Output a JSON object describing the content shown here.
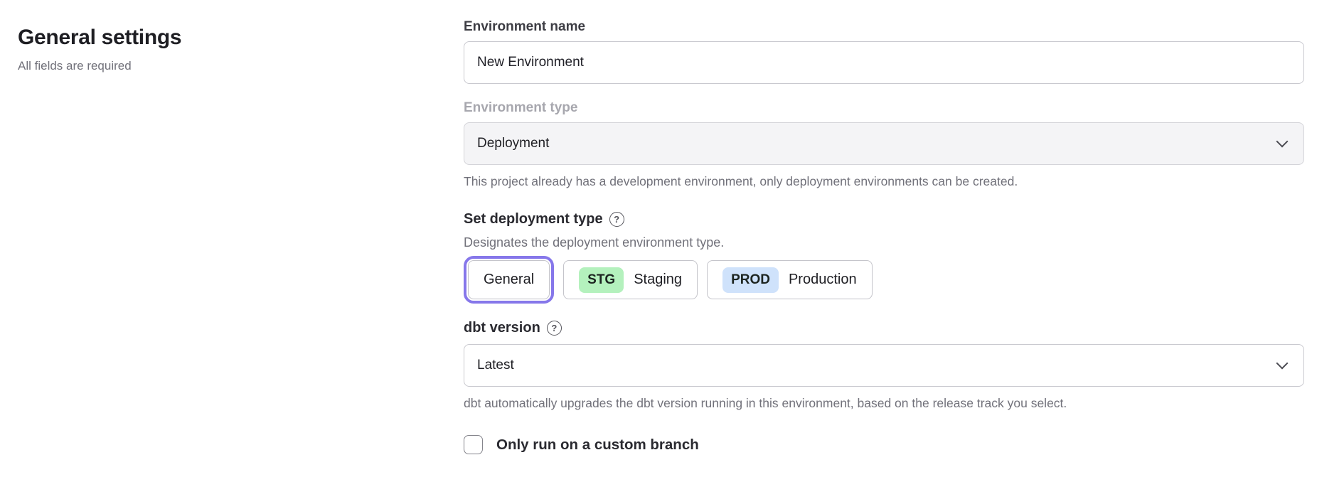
{
  "page": {
    "title": "General settings",
    "subtitle": "All fields are required"
  },
  "form": {
    "environment_name": {
      "label": "Environment name",
      "value": "New Environment"
    },
    "environment_type": {
      "label": "Environment type",
      "value": "Deployment",
      "disabled": true,
      "helper": "This project already has a development environment, only deployment environments can be created."
    },
    "deployment_type": {
      "label": "Set deployment type",
      "description": "Designates the deployment environment type.",
      "options": [
        {
          "label": "General",
          "selected": true
        },
        {
          "badge": "STG",
          "label": "Staging",
          "badge_color": "#b4f1bd",
          "selected": false
        },
        {
          "badge": "PROD",
          "label": "Production",
          "badge_color": "#cfe2fb",
          "selected": false
        }
      ]
    },
    "dbt_version": {
      "label": "dbt version",
      "value": "Latest",
      "helper": "dbt automatically upgrades the dbt version running in this environment, based on the release track you select."
    },
    "custom_branch": {
      "label": "Only run on a custom branch",
      "checked": false
    }
  },
  "icons": {
    "help_glyph": "?"
  },
  "colors": {
    "accent_purple": "#8677ea",
    "badge_green": "#b4f1bd",
    "badge_blue": "#cfe2fb",
    "disabled_bg": "#f4f4f6",
    "border": "#c9c9cf",
    "text_dark": "#202027",
    "text_gray": "#71717a",
    "text_disabled": "#a7a7ae"
  }
}
